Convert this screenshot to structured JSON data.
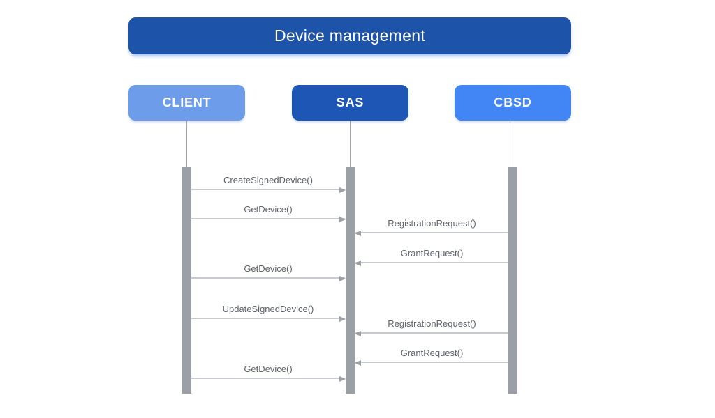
{
  "title": "Device management",
  "actors": [
    {
      "id": "client",
      "label": "CLIENT",
      "color": "#6d9ceb"
    },
    {
      "id": "sas",
      "label": "SAS",
      "color": "#1d56b4"
    },
    {
      "id": "cbsd",
      "label": "CBSD",
      "color": "#4285f4"
    }
  ],
  "messages": [
    {
      "label": "CreateSignedDevice()",
      "from": "CLIENT",
      "to": "SAS"
    },
    {
      "label": "GetDevice()",
      "from": "CLIENT",
      "to": "SAS"
    },
    {
      "label": "RegistrationRequest()",
      "from": "CBSD",
      "to": "SAS"
    },
    {
      "label": "GrantRequest()",
      "from": "CBSD",
      "to": "SAS"
    },
    {
      "label": "GetDevice()",
      "from": "CLIENT",
      "to": "SAS"
    },
    {
      "label": "UpdateSignedDevice()",
      "from": "CLIENT",
      "to": "SAS"
    },
    {
      "label": "RegistrationRequest()",
      "from": "CBSD",
      "to": "SAS"
    },
    {
      "label": "GrantRequest()",
      "from": "CBSD",
      "to": "SAS"
    },
    {
      "label": "GetDevice()",
      "from": "CLIENT",
      "to": "SAS"
    }
  ],
  "colors": {
    "title_bg": "#1d53a8",
    "client_bg": "#6d9ceb",
    "sas_bg": "#1d56b4",
    "cbsd_bg": "#4285f4",
    "activation_bar": "#9aa0a6",
    "arrow_line": "#c7cace",
    "arrowhead": "#9aa0a6",
    "message_text": "#5f6368",
    "text_on_blue": "#ffffff"
  }
}
